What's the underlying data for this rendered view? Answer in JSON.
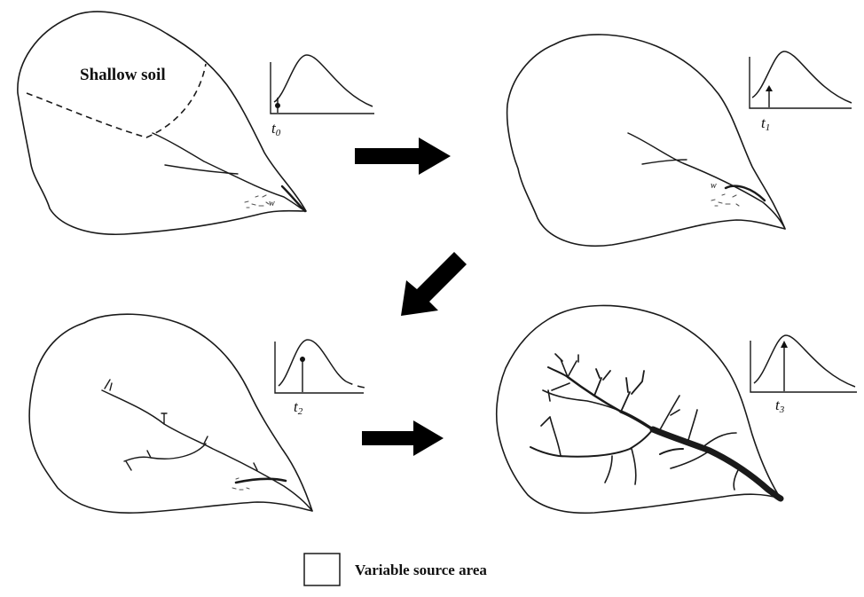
{
  "labels": {
    "shallow_soil": "Shallow soil",
    "legend": "Variable source area"
  },
  "time_labels": {
    "t0": {
      "letter": "t",
      "sub": "0"
    },
    "t1": {
      "letter": "t",
      "sub": "1"
    },
    "t2": {
      "letter": "t",
      "sub": "2"
    },
    "t3": {
      "letter": "t",
      "sub": "3"
    }
  }
}
